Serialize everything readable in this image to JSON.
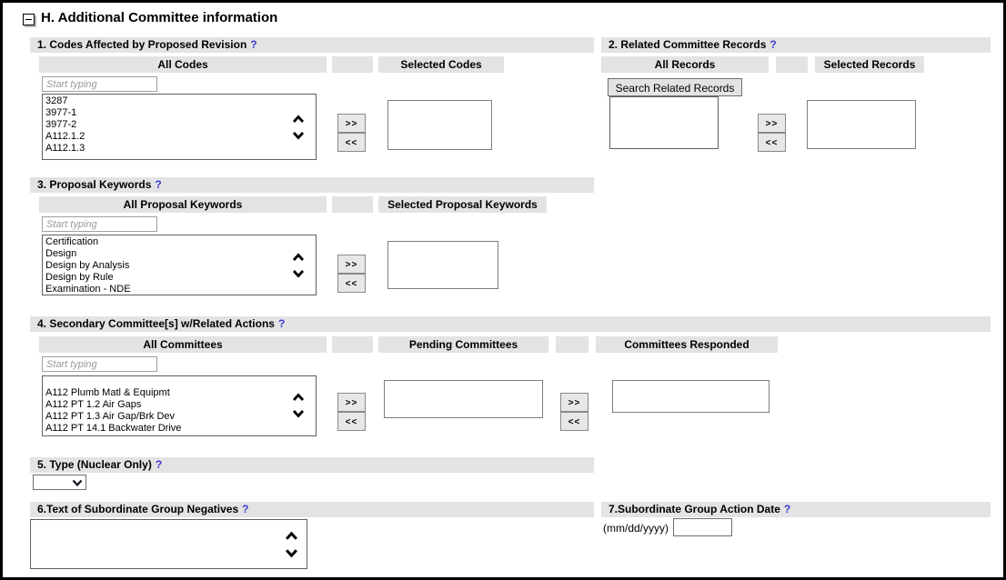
{
  "page": {
    "title": "H. Additional Committee information"
  },
  "help_mark": "?",
  "transfer": {
    "to_selected": ">>",
    "to_all": "<<"
  },
  "colors": {
    "bar_bg": "#e3e3e3",
    "help_link": "#3b3bd4",
    "page_border": "#000000"
  },
  "icons": {
    "collapse": "minus-box",
    "scroll_up": "chevron-up",
    "scroll_down": "chevron-down",
    "select_arrow": "chevron-down"
  },
  "sections": {
    "codes": {
      "title": "1. Codes Affected by Proposed Revision",
      "columns": {
        "all": "All Codes",
        "selected": "Selected Codes"
      },
      "filter_placeholder": "Start typing",
      "all_items": [
        "3287",
        "3977-1",
        "3977-2",
        "A112.1.2",
        "A112.1.3"
      ],
      "selected_items": []
    },
    "records": {
      "title": "2. Related Committee Records",
      "columns": {
        "all": "All Records",
        "selected": "Selected Records"
      },
      "search_button": "Search Related Records",
      "all_items": [],
      "selected_items": []
    },
    "keywords": {
      "title": "3. Proposal Keywords",
      "columns": {
        "all": "All Proposal Keywords",
        "selected": "Selected Proposal Keywords"
      },
      "filter_placeholder": "Start typing",
      "all_items": [
        "Certification",
        "Design",
        "Design by Analysis",
        "Design by Rule",
        "Examination - NDE"
      ],
      "selected_items": []
    },
    "secondary": {
      "title": "4. Secondary Committee[s] w/Related Actions",
      "columns": {
        "all": "All Committees",
        "pending": "Pending Committees",
        "responded": "Committees Responded"
      },
      "filter_placeholder": "Start typing",
      "all_items": [
        "A112 Plumb Matl & Equipmt",
        "A112 PT 1.2 Air Gaps",
        "A112 PT 1.3 Air Gap/Brk Dev",
        "A112 PT 14.1 Backwater Drive"
      ],
      "pending_items": [],
      "responded_items": []
    },
    "type": {
      "title": "5. Type (Nuclear Only)",
      "value": ""
    },
    "negatives": {
      "title": "6.Text of Subordinate Group Negatives",
      "value": ""
    },
    "action_date": {
      "title": "7.Subordinate Group Action Date",
      "format_label": "(mm/dd/yyyy)",
      "value": ""
    }
  }
}
